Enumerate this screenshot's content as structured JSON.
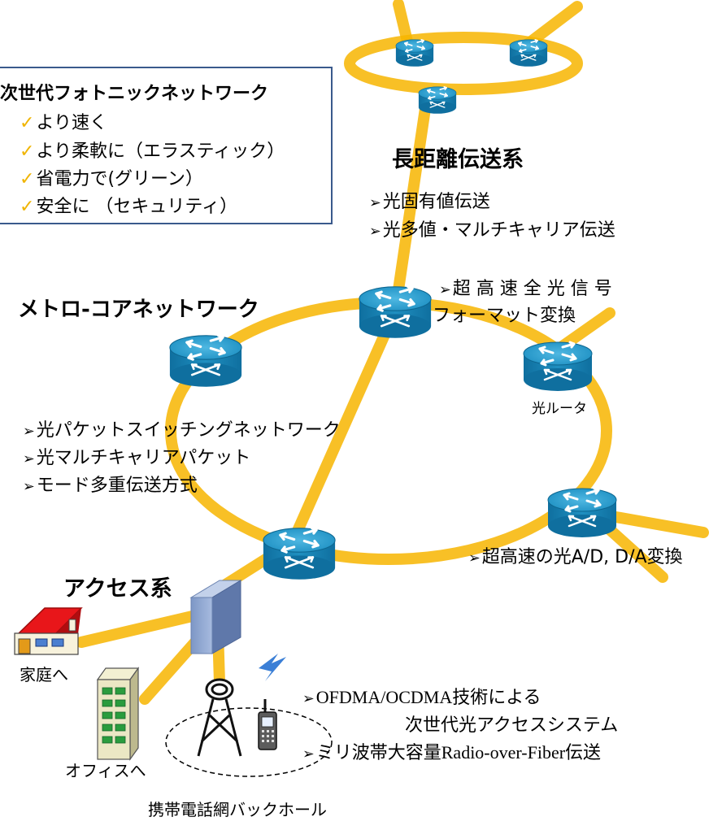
{
  "vision_box": {
    "title": "次世代フォトニックネットワーク",
    "items": [
      "より速く",
      "より柔軟に（エラスティック）",
      "省電力で(グリーン）",
      "安全に （セキュリティ）"
    ]
  },
  "long_haul": {
    "title": "長距離伝送系",
    "items": [
      "光固有値伝送",
      "光多値・マルチキャリア伝送"
    ]
  },
  "metro": {
    "title": "メトロ-コアネットワーク",
    "items": [
      "光パケットスイッチングネットワーク",
      "光マルチキャリアパケット",
      "モード多重伝送方式"
    ]
  },
  "format_conversion": {
    "line1": "超 高 速 全 光 信 号",
    "line2": "フォーマット変換"
  },
  "router_label": "光ルータ",
  "ad_da": "超高速の光A/D, D/A変換",
  "access": {
    "title": "アクセス系",
    "home": "家庭へ",
    "office": "オフィスへ",
    "backhaul": "携帯電話網バックホール",
    "ofdma_line1": "OFDMA/OCDMA技術による",
    "ofdma_line2": "次世代光アクセスシステム",
    "mmwave": "ミリ波帯大容量Radio-over-Fiber伝送"
  },
  "colors": {
    "fiber": "#f7b500",
    "router_top": "#2b9cc8",
    "router_side": "#1479a8",
    "box_border": "#3a5a8c",
    "check": "#f0b400"
  }
}
